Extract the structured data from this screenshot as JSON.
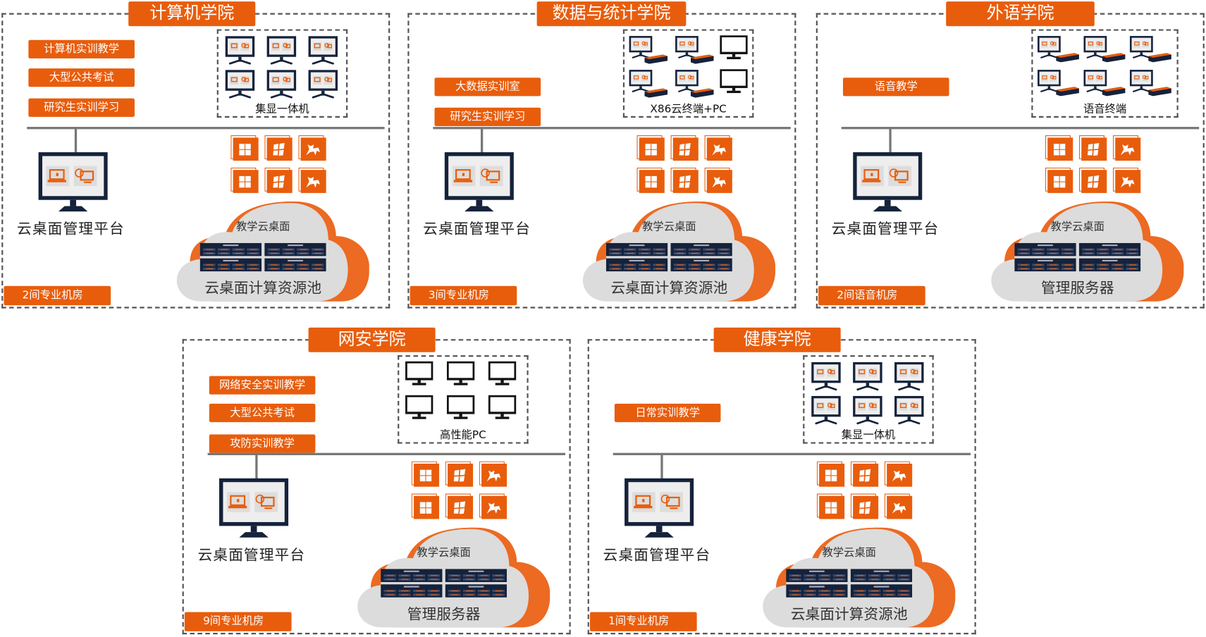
{
  "colors": {
    "accent": "#e85d0c",
    "navy": "#15223b",
    "cloud": "#dcdcdc"
  },
  "panels": [
    {
      "title": "计算机学院",
      "tags": [
        "计算机实训教学",
        "大型公共考试",
        "研究生实训学习"
      ],
      "terminal_label": "集显一体机",
      "terminal_type": "aio",
      "platform_label": "云桌面管理平台",
      "cloud_top": "教学云桌面",
      "cloud_label": "云桌面计算资源池",
      "room": "2间专业机房",
      "os_icons": [
        "windows-10",
        "windows-7",
        "kylin",
        "windows-10",
        "windows-7",
        "kylin"
      ]
    },
    {
      "title": "数据与统计学院",
      "tags": [
        "大数据实训室",
        "研究生实训学习"
      ],
      "terminal_label": "X86云终端+PC",
      "terminal_type": "x86",
      "platform_label": "云桌面管理平台",
      "cloud_top": "教学云桌面",
      "cloud_label": "云桌面计算资源池",
      "room": "3间专业机房",
      "os_icons": [
        "windows-10",
        "windows-7",
        "kylin",
        "windows-10",
        "windows-7",
        "kylin"
      ]
    },
    {
      "title": "外语学院",
      "tags": [
        "语音教学"
      ],
      "terminal_label": "语音终端",
      "terminal_type": "voice",
      "platform_label": "云桌面管理平台",
      "cloud_top": "教学云桌面",
      "cloud_label": "管理服务器",
      "room": "2间语音机房",
      "os_icons": [
        "windows-10",
        "windows-7",
        "kylin",
        "windows-10",
        "windows-7",
        "kylin"
      ]
    },
    {
      "title": "网安学院",
      "tags": [
        "网络安全实训教学",
        "大型公共考试",
        "攻防实训教学"
      ],
      "terminal_label": "高性能PC",
      "terminal_type": "pc",
      "platform_label": "云桌面管理平台",
      "cloud_top": "教学云桌面",
      "cloud_label": "管理服务器",
      "room": "9间专业机房",
      "os_icons": [
        "windows-10",
        "windows-7",
        "kylin",
        "windows-10",
        "windows-7",
        "kylin"
      ]
    },
    {
      "title": "健康学院",
      "tags": [
        "日常实训教学"
      ],
      "terminal_label": "集显一体机",
      "terminal_type": "aio",
      "platform_label": "云桌面管理平台",
      "cloud_top": "教学云桌面",
      "cloud_label": "云桌面计算资源池",
      "room": "1间专业机房",
      "os_icons": [
        "windows-10",
        "windows-7",
        "kylin",
        "windows-10",
        "windows-7",
        "kylin"
      ]
    }
  ]
}
